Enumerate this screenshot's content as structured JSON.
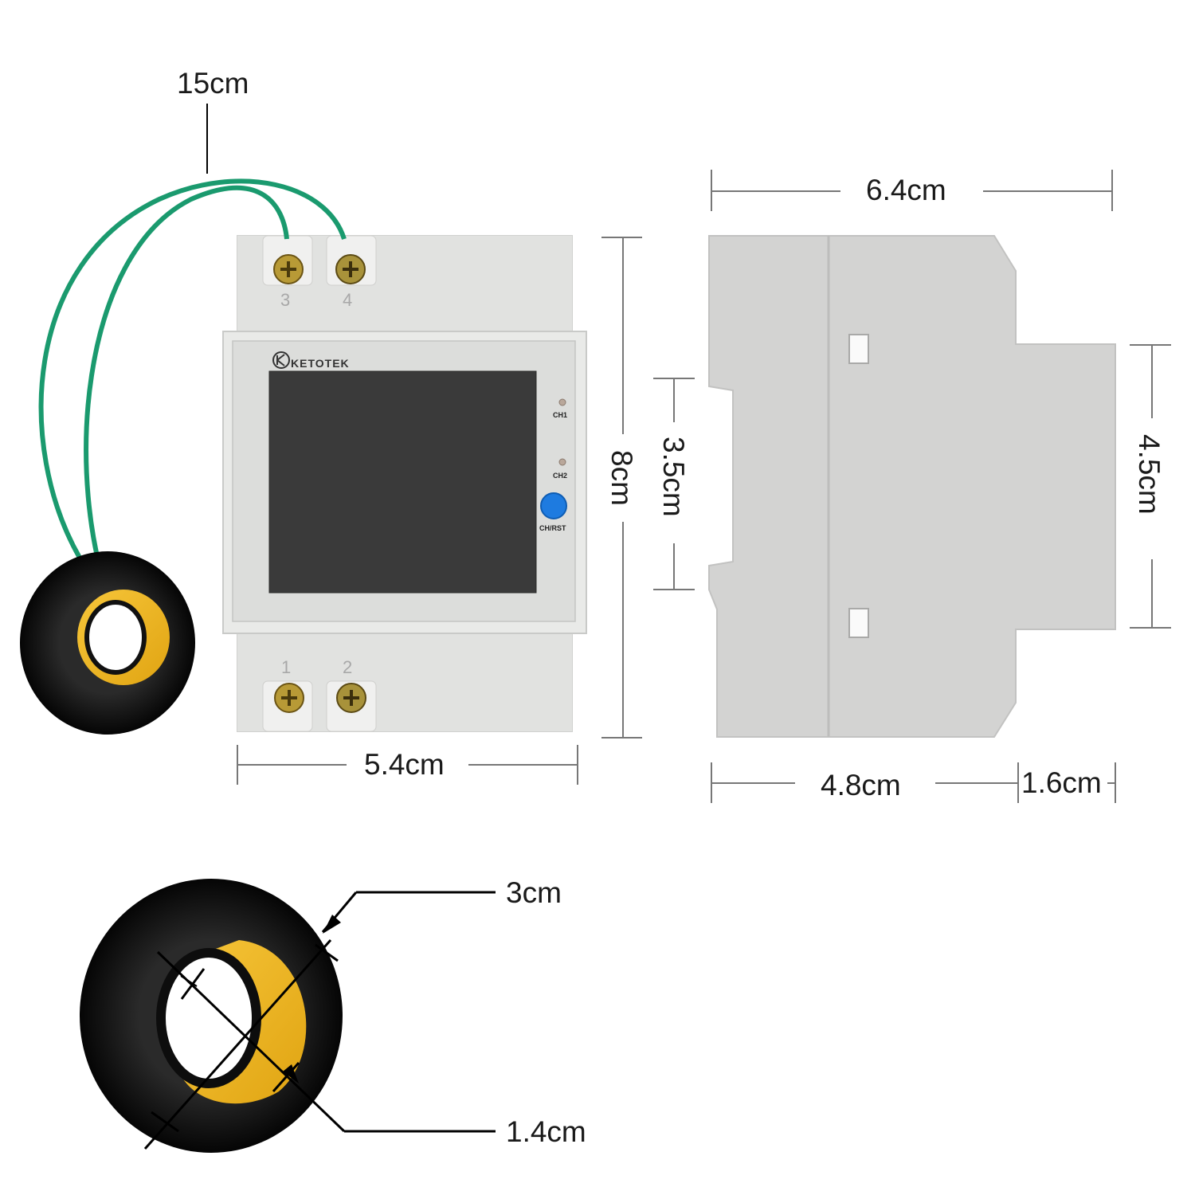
{
  "meter": {
    "brand": "KETOTEK",
    "indicators": [
      "CH1",
      "CH2"
    ],
    "button_label": "CH/RST",
    "top_terminals": [
      "3",
      "4"
    ],
    "bottom_terminals": [
      "1",
      "2"
    ]
  },
  "dimensions": {
    "wire_length": "15cm",
    "front_width": "5.4cm",
    "front_height": "8cm",
    "side_depth": "6.4cm",
    "rail_slot": "3.5cm",
    "step_height": "4.5cm",
    "body_depth": "4.8cm",
    "step_depth": "1.6cm",
    "ct_outer": "3cm",
    "ct_inner": "1.4cm"
  },
  "colors": {
    "wire": "#1a9a6e",
    "housing": "#e4e5e3",
    "screen": "#3a3a3a",
    "button": "#1e7be0",
    "ct_body": "#111111",
    "ct_winding": "#f2b51d"
  }
}
